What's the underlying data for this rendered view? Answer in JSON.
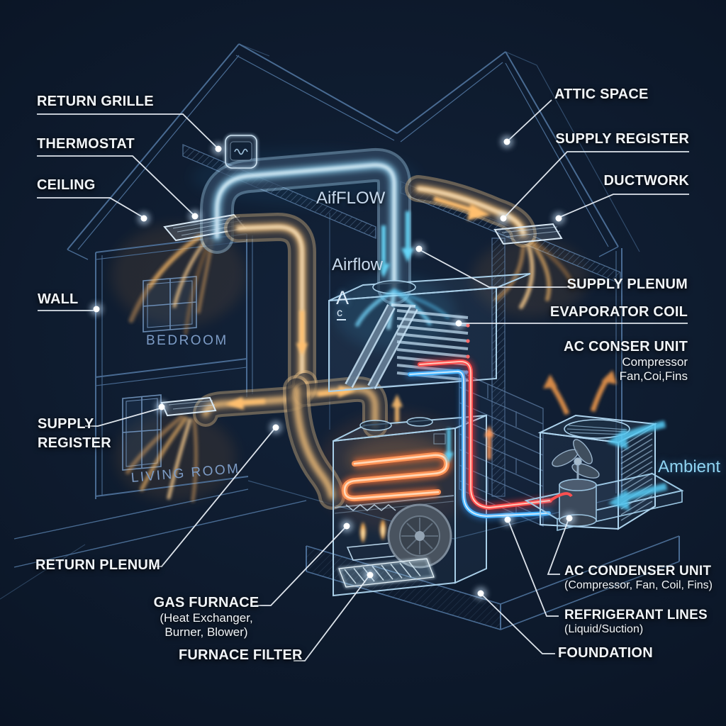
{
  "meta": {
    "description": "Residential HVAC system cutaway diagram (blueprint style)"
  },
  "colors": {
    "background": "#0e1b2e",
    "wireframe": "#4f739c",
    "label_text": "#f1f5f9",
    "room_text": "#7d9cc6",
    "warm_air": "#f2a85c",
    "cool_air": "#6fd0f5",
    "refrigerant_liquid": "#ff4f4f",
    "refrigerant_suction": "#47b4ff",
    "ambient_text": "#8fd4f2"
  },
  "labels": {
    "return_grille": "RETURN GRILLE",
    "thermostat": "THERMOSTAT",
    "ceiling": "CEILING",
    "wall": "WALL",
    "supply_register_left_line1": "SUPPLY",
    "supply_register_left_line2": "REGISTER",
    "return_plenum": "RETURN PLENUM",
    "gas_furnace": "GAS FURNACE",
    "gas_furnace_sub1": "(Heat Exchanger,",
    "gas_furnace_sub2": "Burner, Blower)",
    "furnace_filter": "FURNACE FILTER",
    "attic_space": "ATTIC SPACE",
    "supply_register_right": "SUPPLY REGISTER",
    "ductwork": "DUCTWORK",
    "supply_plenum": "SUPPLY PLENUM",
    "evaporator_coil": "EVAPORATOR COIL",
    "ac_conser_unit": "AC CONSER UNIT",
    "ac_conser_unit_sub1": "Compressor",
    "ac_conser_unit_sub2": "Fan,Coi,Fins",
    "ac_condenser_unit": "AC CONDENSER UNIT",
    "ac_condenser_unit_sub": "(Compressor, Fan, Coil, Fins)",
    "refrigerant_lines": "REFRIGERANT LINES",
    "refrigerant_lines_sub": "(Liquid/Suction)",
    "foundation": "FOUNDATION"
  },
  "annotations": {
    "airflow_top": "AifFLOW",
    "airflow_mid": "Airflow",
    "ambient": "Ambient",
    "evaporator_box_letter_top": "A",
    "evaporator_box_letter_bottom": "c"
  },
  "rooms": {
    "bedroom": "BEDROOM",
    "living_room": "LIVING ROOM"
  }
}
